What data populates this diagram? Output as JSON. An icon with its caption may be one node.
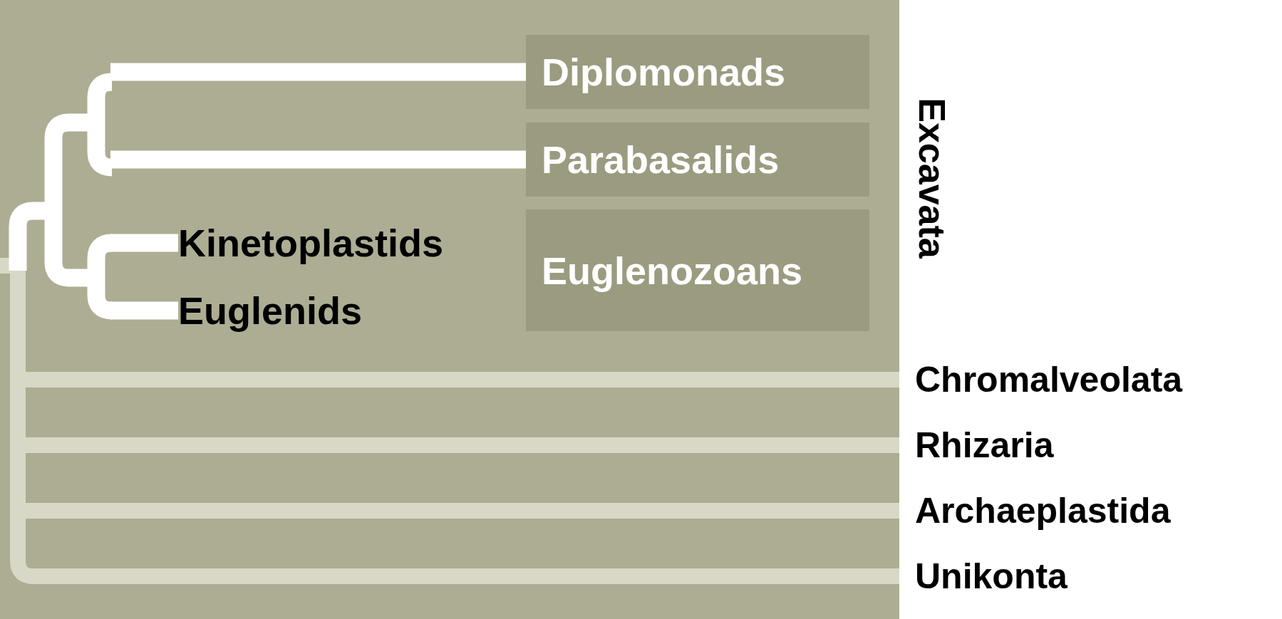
{
  "diagram": {
    "nodes": [
      {
        "text": [
          "Diplomonads"
        ]
      },
      {
        "text": [
          "Parabasalids"
        ]
      },
      {
        "text": [
          "Euglenozoans"
        ]
      },
      {
        "text": [
          "Kinetoplastids"
        ]
      },
      {
        "text": [
          "Euglenids"
        ]
      },
      {
        "text": [
          "Chromalveolata"
        ]
      },
      {
        "text": [
          "Rhizaria"
        ]
      },
      {
        "text": [
          "Archaeplastida"
        ]
      },
      {
        "text": [
          "Unikonta"
        ]
      }
    ],
    "edges": [
      {
        "from": null,
        "to": 0,
        "arrow": "none"
      },
      {
        "from": null,
        "to": 1,
        "arrow": "none"
      },
      {
        "from": null,
        "to": 3,
        "arrow": "none"
      },
      {
        "from": null,
        "to": 4,
        "arrow": "none"
      },
      {
        "from": null,
        "to": 5,
        "arrow": "none",
        "color": "#d8d8c6"
      },
      {
        "from": null,
        "to": 6,
        "arrow": "none",
        "color": "#d8d8c6"
      },
      {
        "from": null,
        "to": 7,
        "arrow": "none",
        "color": "#d8d8c6"
      },
      {
        "from": null,
        "to": 8,
        "arrow": "none",
        "color": "#d8d8c6"
      }
    ],
    "labels": [
      "Excavata"
    ]
  }
}
